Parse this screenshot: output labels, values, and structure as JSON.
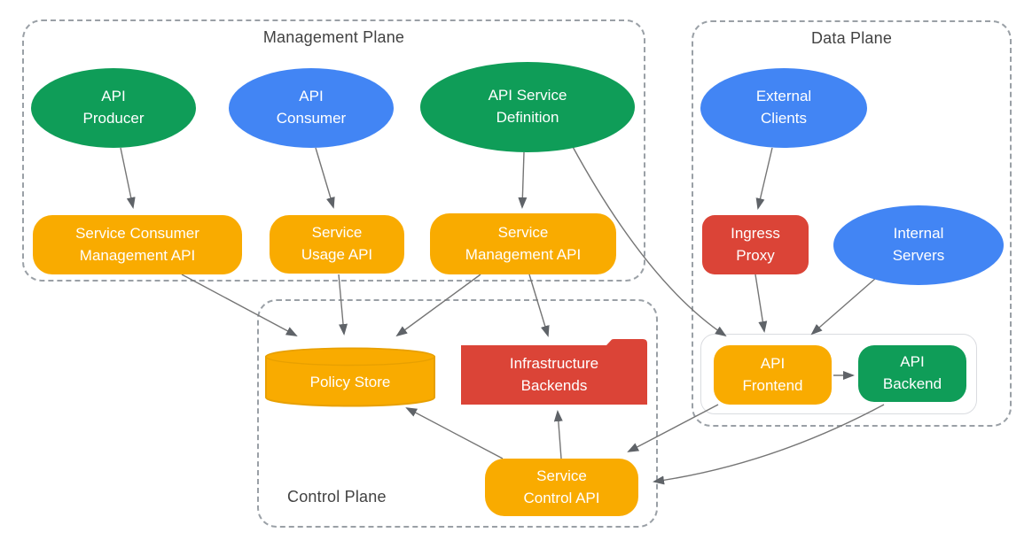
{
  "palette": {
    "green": "#0F9D58",
    "blue": "#4285F4",
    "red": "#DB4437",
    "orange": "#F9AB00",
    "orange_stroke": "#E8A000",
    "line": "#757575",
    "arrow": "#5F6368",
    "dash": "#9AA0A6"
  },
  "planes": {
    "management": {
      "label": "Management Plane"
    },
    "data_plane": {
      "label": "Data Plane"
    },
    "control": {
      "label": "Control Plane"
    }
  },
  "nodes": {
    "api_producer": {
      "label": "API\nProducer",
      "shape": "ellipse",
      "color": "green"
    },
    "api_consumer": {
      "label": "API\nConsumer",
      "shape": "ellipse",
      "color": "blue"
    },
    "api_service_definition": {
      "label": "API Service\nDefinition",
      "shape": "ellipse",
      "color": "green"
    },
    "external_clients": {
      "label": "External\nClients",
      "shape": "ellipse",
      "color": "blue"
    },
    "internal_servers": {
      "label": "Internal\nServers",
      "shape": "ellipse",
      "color": "blue"
    },
    "service_consumer_management_api": {
      "label": "Service Consumer\nManagement API",
      "shape": "rounded-rect",
      "color": "orange"
    },
    "service_usage_api": {
      "label": "Service\nUsage API",
      "shape": "rounded-rect",
      "color": "orange"
    },
    "service_management_api": {
      "label": "Service\nManagement API",
      "shape": "rounded-rect",
      "color": "orange"
    },
    "ingress_proxy": {
      "label": "Ingress\nProxy",
      "shape": "rounded-rect",
      "color": "red"
    },
    "api_frontend": {
      "label": "API\nFrontend",
      "shape": "rounded-rect",
      "color": "orange"
    },
    "api_backend": {
      "label": "API\nBackend",
      "shape": "rounded-rect",
      "color": "green"
    },
    "policy_store": {
      "label": "Policy Store",
      "shape": "cylinder",
      "color": "orange"
    },
    "infrastructure_backends": {
      "label": "Infrastructure\nBackends",
      "shape": "folder",
      "color": "red"
    },
    "service_control_api": {
      "label": "Service\nControl API",
      "shape": "rounded-rect",
      "color": "orange"
    }
  },
  "edges": [
    {
      "from": "api_producer",
      "to": "service_consumer_management_api"
    },
    {
      "from": "api_consumer",
      "to": "service_usage_api"
    },
    {
      "from": "api_service_definition",
      "to": "service_management_api"
    },
    {
      "from": "api_service_definition",
      "to": "api_frontend"
    },
    {
      "from": "external_clients",
      "to": "ingress_proxy"
    },
    {
      "from": "ingress_proxy",
      "to": "api_frontend"
    },
    {
      "from": "internal_servers",
      "to": "api_frontend"
    },
    {
      "from": "api_frontend",
      "to": "api_backend"
    },
    {
      "from": "service_consumer_management_api",
      "to": "policy_store"
    },
    {
      "from": "service_usage_api",
      "to": "policy_store"
    },
    {
      "from": "service_management_api",
      "to": "policy_store"
    },
    {
      "from": "service_management_api",
      "to": "infrastructure_backends"
    },
    {
      "from": "service_control_api",
      "to": "policy_store"
    },
    {
      "from": "service_control_api",
      "to": "infrastructure_backends"
    },
    {
      "from": "api_frontend",
      "to": "service_control_api"
    },
    {
      "from": "api_backend",
      "to": "service_control_api"
    }
  ]
}
